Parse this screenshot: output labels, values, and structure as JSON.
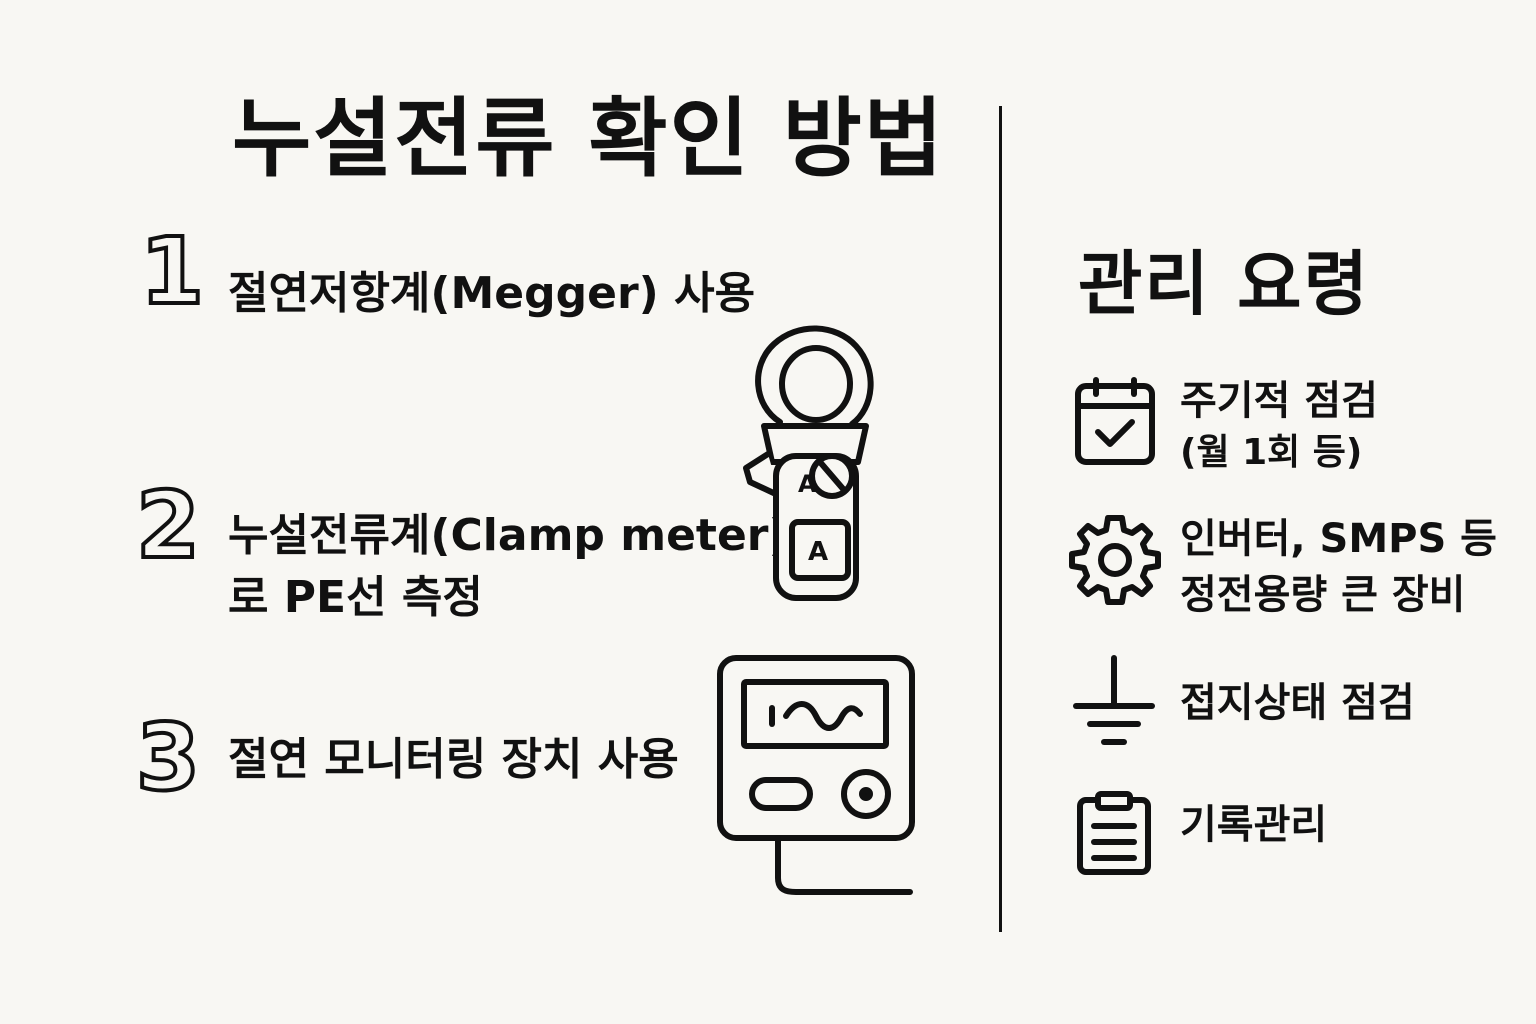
{
  "title": "누설전류 확인 방법",
  "methods": [
    {
      "number": "1",
      "line1": "절연저항계(Megger) 사용",
      "line2": ""
    },
    {
      "number": "2",
      "line1": "누설전류계(Clamp meter)",
      "line2": "로 PE선 측정"
    },
    {
      "number": "3",
      "line1": "절연 모니터링 장치 사용",
      "line2": ""
    }
  ],
  "clamp_meter": {
    "top_label": "A",
    "display_label": "A"
  },
  "management": {
    "title": "관리 요령",
    "items": [
      {
        "icon": "calendar-check-icon",
        "line1": "주기적 점검",
        "line2": "(월 1회 등)"
      },
      {
        "icon": "gear-icon",
        "line1": "인버터, SMPS 등",
        "line2": "정전용량 큰 장비"
      },
      {
        "icon": "ground-icon",
        "line1": "접지상태 점검",
        "line2": ""
      },
      {
        "icon": "clipboard-icon",
        "line1": "기록관리",
        "line2": ""
      }
    ]
  }
}
